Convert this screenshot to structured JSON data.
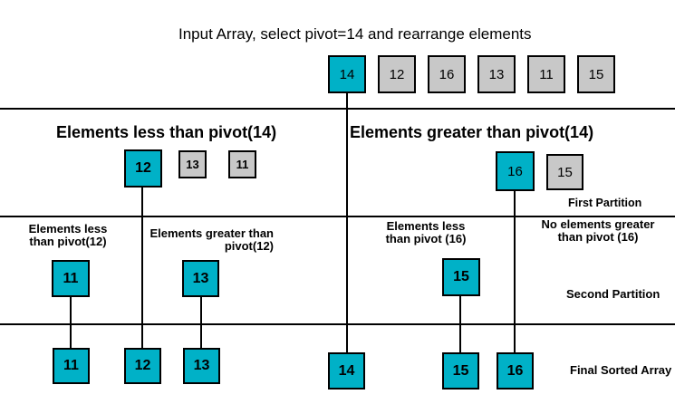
{
  "title": "Input Array, select pivot=14 and rearrange elements",
  "colors": {
    "pivot_fill": "#00b1c7",
    "plain_fill": "#c8c8c8",
    "line": "#000000"
  },
  "input_array": {
    "values": [
      "14",
      "12",
      "16",
      "13",
      "11",
      "15"
    ]
  },
  "first_partition": {
    "left_heading": "Elements less than pivot(14)",
    "right_heading": "Elements greater than pivot(14)",
    "left_boxes": [
      "12",
      "13",
      "11"
    ],
    "right_boxes": [
      "16",
      "15"
    ],
    "label": "First Partition"
  },
  "second_partition": {
    "labels": {
      "left_less": [
        "Elements less",
        "than pivot(12)"
      ],
      "left_greater": [
        "Elements greater than",
        "pivot(12)"
      ],
      "right_less": [
        "Elements less",
        "than pivot (16)"
      ],
      "right_greater": [
        "No elements greater",
        "than pivot (16)"
      ]
    },
    "boxes": [
      "11",
      "13",
      "15"
    ],
    "label": "Second Partition"
  },
  "final_array": {
    "values": [
      "11",
      "12",
      "13",
      "14",
      "15",
      "16"
    ],
    "label": "Final Sorted Array"
  }
}
